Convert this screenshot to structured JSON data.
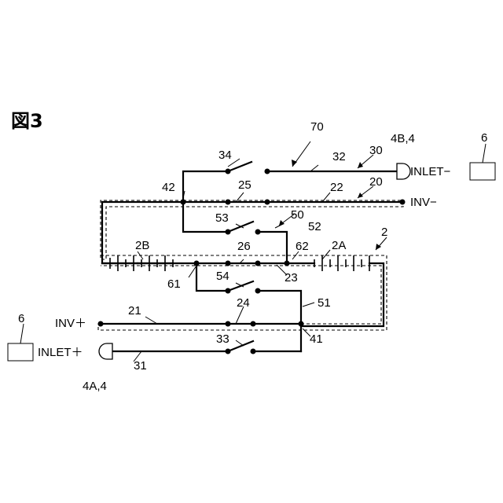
{
  "figure": {
    "title": "図3"
  },
  "labels": {
    "n70": "70",
    "n34": "34",
    "n32": "32",
    "n30": "30",
    "n4B": "4B,4",
    "n6_top": "6",
    "inlet_minus": "INLET−",
    "n42": "42",
    "n25": "25",
    "n22": "22",
    "n20": "20",
    "inv_minus": "INV−",
    "n53": "53",
    "n50": "50",
    "n52": "52",
    "n2B": "2B",
    "n62": "62",
    "n2A": "2A",
    "n2": "2",
    "n26": "26",
    "n61": "61",
    "n23": "23",
    "n54": "54",
    "n24": "24",
    "n51": "51",
    "n6_bot": "6",
    "inv_plus": "INV＋",
    "n21": "21",
    "n33": "33",
    "n41": "41",
    "inlet_plus": "INLET＋",
    "n31": "31",
    "n4A": "4A,4"
  }
}
